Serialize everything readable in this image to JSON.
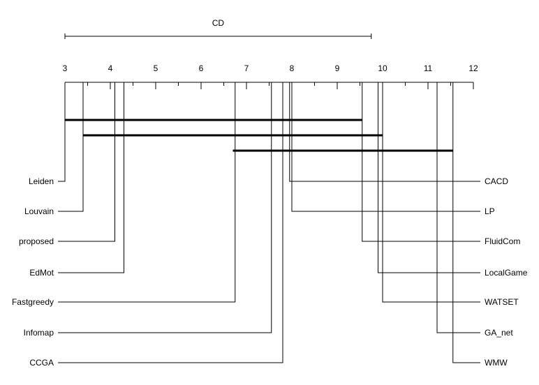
{
  "chart_data": {
    "type": "critical-difference-diagram",
    "cd_label": "CD",
    "cd_value": 6.75,
    "axis": {
      "min": 3,
      "max": 12,
      "ticks": [
        "3",
        "4",
        "5",
        "6",
        "7",
        "8",
        "9",
        "10",
        "11",
        "12"
      ]
    },
    "methods_left": [
      {
        "name": "Leiden",
        "rank": 3.0
      },
      {
        "name": "Louvain",
        "rank": 3.4
      },
      {
        "name": "proposed",
        "rank": 4.1
      },
      {
        "name": "EdMot",
        "rank": 4.3
      },
      {
        "name": "Fastgreedy",
        "rank": 6.75
      },
      {
        "name": "Infomap",
        "rank": 7.55
      },
      {
        "name": "CCGA",
        "rank": 7.8
      }
    ],
    "methods_right": [
      {
        "name": "CACD",
        "rank": 7.95
      },
      {
        "name": "LP",
        "rank": 8.0
      },
      {
        "name": "FluidCom",
        "rank": 9.55
      },
      {
        "name": "LocalGame",
        "rank": 9.9
      },
      {
        "name": "WATSET",
        "rank": 10.0
      },
      {
        "name": "GA_net",
        "rank": 11.2
      },
      {
        "name": "WMW",
        "rank": 11.55
      }
    ],
    "cliques": [
      {
        "from": 3.0,
        "to": 9.55
      },
      {
        "from": 3.4,
        "to": 10.0
      },
      {
        "from": 6.7,
        "to": 11.55
      }
    ],
    "colors": {
      "line": "#000000",
      "background": "#ffffff"
    }
  }
}
